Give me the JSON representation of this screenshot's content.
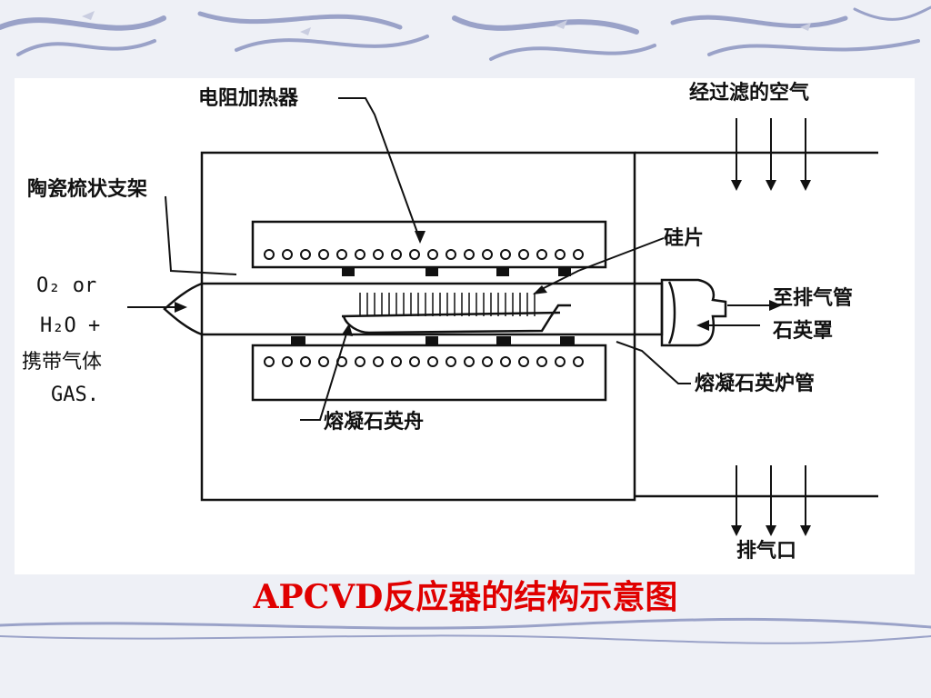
{
  "slide": {
    "caption": "APCVD反应器的结构示意图"
  },
  "diagram": {
    "labels": {
      "resistance_heater": "电阻加热器",
      "filtered_air": "经过滤的空气",
      "ceramic_comb_support": "陶瓷梳状支架",
      "silicon_wafer": "硅片",
      "to_exhaust_pipe": "至排气管",
      "quartz_cap": "石英罩",
      "fused_quartz_furnace_tube": "熔凝石英炉管",
      "fused_quartz_boat": "熔凝石英舟",
      "exhaust_port": "排气口",
      "gas_o2_or": "O₂ or",
      "gas_h2o": "H₂O +",
      "carrier_gas": "携带气体",
      "gas_abbr": "GAS."
    }
  },
  "colors": {
    "caption": "#e00000",
    "ink": "#111111",
    "background": "#eef0f6"
  }
}
